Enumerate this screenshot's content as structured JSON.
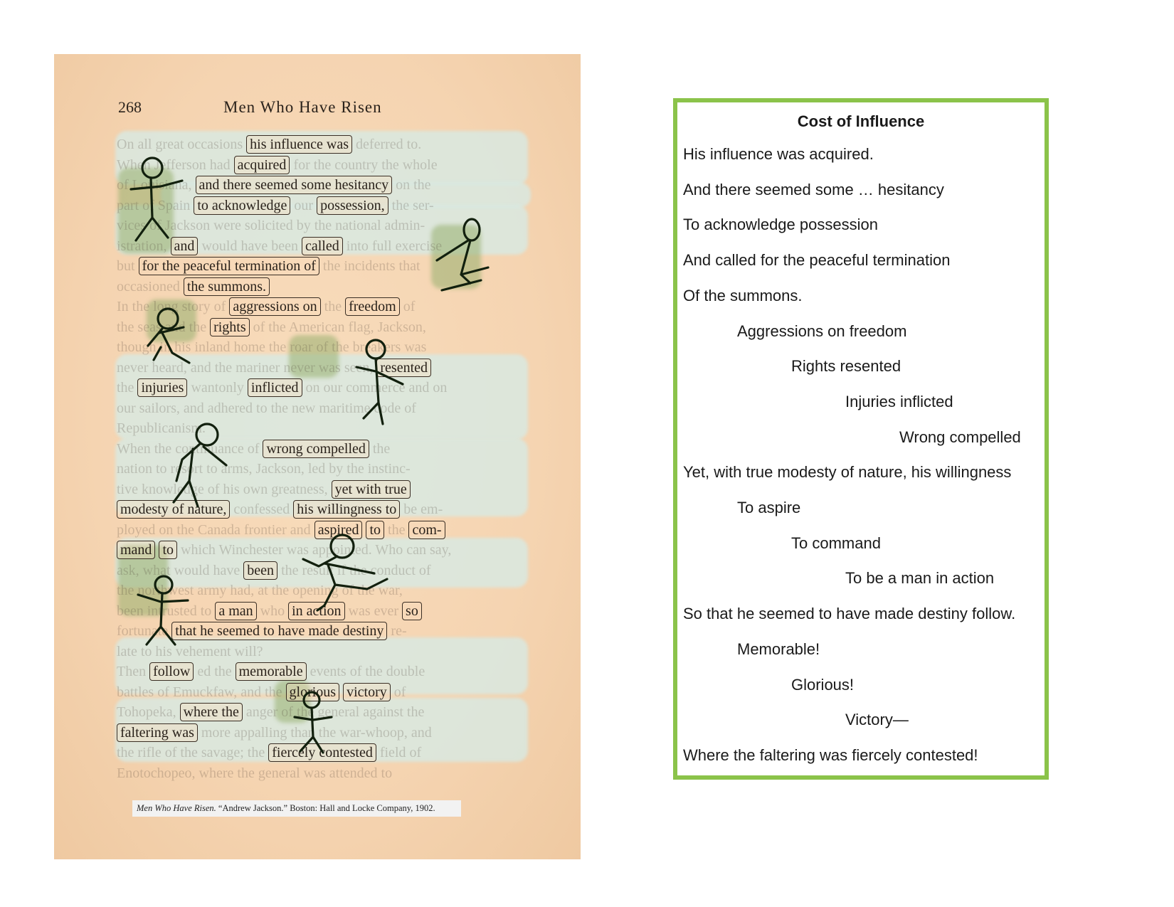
{
  "book": {
    "page_number": "268",
    "running_head": "Men Who Have Risen",
    "lines": [
      [
        {
          "t": "On all great occasions"
        },
        {
          "b": "his influence was"
        },
        {
          "t": "deferred to."
        }
      ],
      [
        {
          "t": "When Jefferson had"
        },
        {
          "b": "acquired"
        },
        {
          "t": "for the country the whole"
        }
      ],
      [
        {
          "t": "of Louisiana,"
        },
        {
          "b": "and there seemed some hesitancy"
        },
        {
          "t": "on the"
        }
      ],
      [
        {
          "t": "part of Spain"
        },
        {
          "b": "to acknowledge"
        },
        {
          "t": "our"
        },
        {
          "b": "possession,"
        },
        {
          "t": "the ser-"
        }
      ],
      [
        {
          "t": "vices of Jackson were solicited by the national admin-"
        }
      ],
      [
        {
          "t": "istration,"
        },
        {
          "b": "and"
        },
        {
          "t": "would have been"
        },
        {
          "b": "called"
        },
        {
          "t": "into full exercise"
        }
      ],
      [
        {
          "t": "but"
        },
        {
          "b": "for the peaceful termination of"
        },
        {
          "t": "the incidents that"
        }
      ],
      [
        {
          "t": "occasioned"
        },
        {
          "b": "the summons."
        }
      ],
      [
        {
          "t": "In the long story of"
        },
        {
          "b": "aggressions on"
        },
        {
          "t": "the"
        },
        {
          "b": "freedom"
        },
        {
          "t": "of"
        }
      ],
      [
        {
          "t": "the seas and the"
        },
        {
          "b": "rights"
        },
        {
          "t": "of the American flag, Jackson,"
        }
      ],
      [
        {
          "t": "though in his inland home the roar of the breakers was"
        }
      ],
      [
        {
          "t": "never heard, and the mariner never was seen,"
        },
        {
          "b": "resented"
        }
      ],
      [
        {
          "t": "the"
        },
        {
          "b": "injuries"
        },
        {
          "t": "wantonly"
        },
        {
          "b": "inflicted"
        },
        {
          "t": "on our commerce and on"
        }
      ],
      [
        {
          "t": "our sailors, and adhered to the new maritime code of"
        }
      ],
      [
        {
          "t": "Republicanism."
        }
      ],
      [
        {
          "t": "When the continuance of"
        },
        {
          "b": "wrong compelled"
        },
        {
          "t": "the"
        }
      ],
      [
        {
          "t": "nation to resort to arms, Jackson, led by the instinc-"
        }
      ],
      [
        {
          "t": "tive knowledge of his own greatness,"
        },
        {
          "b": "yet with true"
        }
      ],
      [
        {
          "b": "modesty of nature,"
        },
        {
          "t": "confessed"
        },
        {
          "b": "his willingness to"
        },
        {
          "t": "be em-"
        }
      ],
      [
        {
          "t": "ployed on the Canada frontier and"
        },
        {
          "b": "aspired"
        },
        {
          "b": "to"
        },
        {
          "t": "the"
        },
        {
          "b": "com-"
        }
      ],
      [
        {
          "b": "mand"
        },
        {
          "b": "to"
        },
        {
          "t": "which Winchester was appointed. Who can say,"
        }
      ],
      [
        {
          "t": "ask, what would have"
        },
        {
          "b": "been"
        },
        {
          "t": "the result if the conduct of"
        }
      ],
      [
        {
          "t": "the northwest army had, at the opening of the war,"
        }
      ],
      [
        {
          "t": "been intrusted to"
        },
        {
          "b": "a man"
        },
        {
          "t": "who"
        },
        {
          "b": "in action"
        },
        {
          "t": "was ever"
        },
        {
          "b": "so"
        }
      ],
      [
        {
          "t": "fortunate"
        },
        {
          "b": "that he seemed to have made destiny"
        },
        {
          "t": "re-"
        }
      ],
      [
        {
          "t": "late to his vehement will?"
        }
      ],
      [
        {
          "t": "Then"
        },
        {
          "b": "follow"
        },
        {
          "t": "ed the"
        },
        {
          "b": "memorable"
        },
        {
          "t": "events of the double"
        }
      ],
      [
        {
          "t": "battles of Emuckfaw, and the"
        },
        {
          "b": "glorious"
        },
        {
          "b": "victory"
        },
        {
          "t": "of"
        }
      ],
      [
        {
          "t": "Tohopeka,"
        },
        {
          "b": "where the"
        },
        {
          "t": "anger of the general against the"
        }
      ],
      [
        {
          "b": "faltering was"
        },
        {
          "t": "more appalling than the war-whoop, and"
        }
      ],
      [
        {
          "t": "the rifle of the savage; the"
        },
        {
          "b": "fiercely contested"
        },
        {
          "t": "field of"
        }
      ],
      [
        {
          "t": "Enotochopeo, where the general was attended to"
        }
      ]
    ],
    "caption_title": "Men Who Have Risen.",
    "caption_rest": " “Andrew Jackson.”  Boston: Hall and Locke Company, 1902."
  },
  "poem": {
    "title": "Cost of Influence",
    "lines": [
      {
        "text": "His influence was acquired.",
        "indent": 0
      },
      {
        "text": "And there seemed some … hesitancy",
        "indent": 0
      },
      {
        "text": "To acknowledge possession",
        "indent": 0
      },
      {
        "text": "And called for the peaceful termination",
        "indent": 0
      },
      {
        "text": "Of the summons.",
        "indent": 0
      },
      {
        "text": "Aggressions on freedom",
        "indent": 1
      },
      {
        "text": "Rights resented",
        "indent": 2
      },
      {
        "text": "Injuries inflicted",
        "indent": 3
      },
      {
        "text": "Wrong compelled",
        "indent": 4
      },
      {
        "text": "Yet, with true modesty of nature, his willingness",
        "indent": 0
      },
      {
        "text": "To aspire",
        "indent": 1
      },
      {
        "text": "To command",
        "indent": 2
      },
      {
        "text": "To be a man in action",
        "indent": 3
      },
      {
        "text": "So that he seemed to have made destiny follow.",
        "indent": 0
      },
      {
        "text": "Memorable!",
        "indent": 1
      },
      {
        "text": "Glorious!",
        "indent": 2
      },
      {
        "text": "Victory—",
        "indent": 3
      },
      {
        "text": "Where the faltering was fiercely contested!",
        "indent": 0
      }
    ]
  },
  "colors": {
    "panel_border": "#8bc34a",
    "page_paper": "#f5d4b1",
    "wash": "#d6ebe6",
    "ink": "#14200f"
  }
}
